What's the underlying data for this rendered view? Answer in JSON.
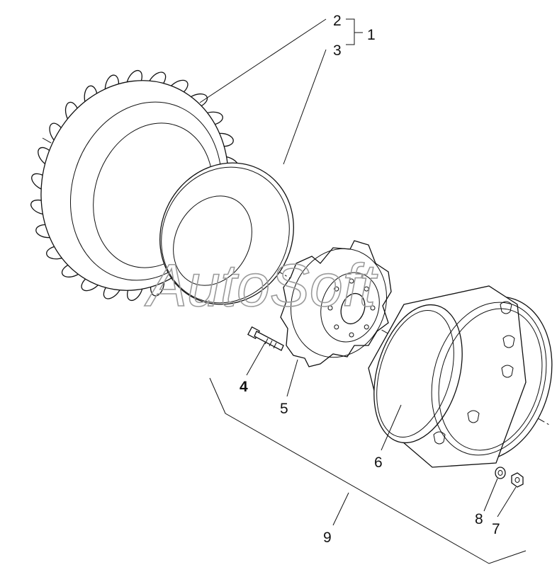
{
  "diagram": {
    "watermark": "AutoSoft",
    "callouts": [
      {
        "id": "c1",
        "label": "1",
        "bold": false
      },
      {
        "id": "c2",
        "label": "2",
        "bold": false
      },
      {
        "id": "c3",
        "label": "3",
        "bold": false
      },
      {
        "id": "c4",
        "label": "4",
        "bold": true
      },
      {
        "id": "c5",
        "label": "5",
        "bold": false
      },
      {
        "id": "c6",
        "label": "6",
        "bold": false
      },
      {
        "id": "c7",
        "label": "7",
        "bold": false
      },
      {
        "id": "c8",
        "label": "8",
        "bold": false
      },
      {
        "id": "c9",
        "label": "9",
        "bold": false
      }
    ]
  }
}
